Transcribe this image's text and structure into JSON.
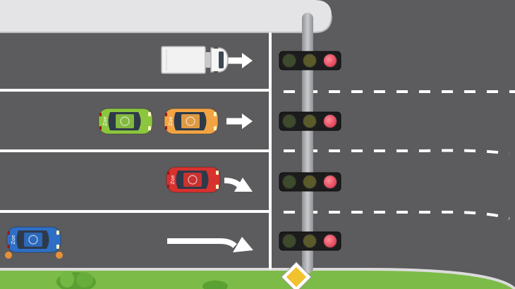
{
  "scene": {
    "lanes": [
      {
        "id": "lane-1",
        "arrow": "straight"
      },
      {
        "id": "lane-2",
        "arrow": "straight"
      },
      {
        "id": "lane-3",
        "arrow": "bear-right"
      },
      {
        "id": "lane-4",
        "arrow": "straight-then-right"
      }
    ],
    "vehicles": [
      {
        "id": "truck",
        "kind": "truck",
        "color": "#ededed",
        "lane": 1
      },
      {
        "id": "car-green",
        "kind": "car",
        "color": "#8cc63e",
        "lane": 2,
        "label": "Zoe"
      },
      {
        "id": "car-orange",
        "kind": "car",
        "color": "#f2a444",
        "lane": 2,
        "label": "Zoe"
      },
      {
        "id": "car-red",
        "kind": "car",
        "color": "#d8322e",
        "lane": 3,
        "label": "Zoe"
      },
      {
        "id": "car-blue",
        "kind": "car",
        "color": "#2e6fc6",
        "lane": 4,
        "label": "Zoe",
        "indicator": "blinking"
      }
    ],
    "traffic_lights": [
      {
        "lane": 1,
        "active": "red"
      },
      {
        "lane": 2,
        "active": "red"
      },
      {
        "lane": 3,
        "active": "red"
      },
      {
        "lane": 4,
        "active": "red"
      }
    ],
    "sign": {
      "type": "priority-road"
    },
    "colors": {
      "asphalt": "#5c5c5e",
      "sidewalk": "#e4e4e6",
      "grass": "#7dbb48",
      "pole": "#a9abae",
      "light_red": "#e8445a",
      "light_off": "#5e5e2e"
    }
  }
}
